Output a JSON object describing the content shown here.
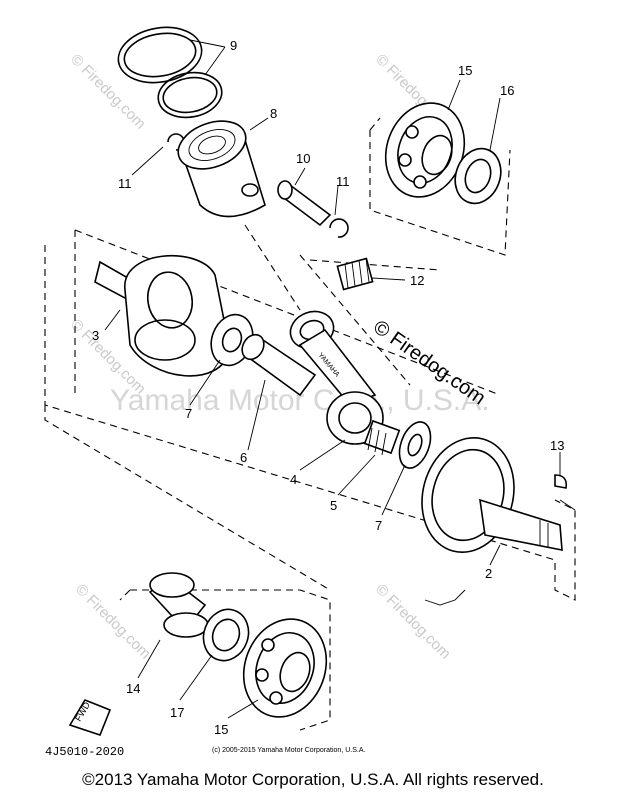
{
  "watermark": {
    "brand": "© Firedog.com",
    "center_brand": "© Firedog.com",
    "center_owner": "Yamaha Motor Corp., U.S.A."
  },
  "callouts": {
    "c9": "9",
    "c8": "8",
    "c11a": "11",
    "c10": "10",
    "c11b": "11",
    "c12": "12",
    "c15a": "15",
    "c16": "16",
    "c3": "3",
    "c7a": "7",
    "c6": "6",
    "c4": "4",
    "c5": "5",
    "c7b": "7",
    "c13": "13",
    "c2": "2",
    "c14": "14",
    "c17": "17",
    "c15b": "15"
  },
  "fwd_label": "FWD",
  "diagram_code": "4J5010-2020",
  "small_copyright": "(c) 2005-2015 Yamaha Motor Corporation, U.S.A.",
  "footer_copyright": "©2013 Yamaha Motor Corporation, U.S.A. All rights reserved."
}
